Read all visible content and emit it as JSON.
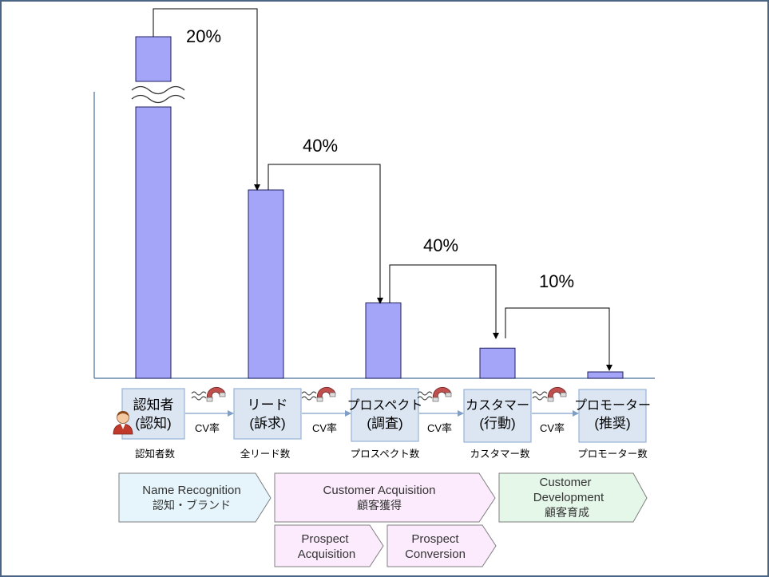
{
  "chart_data": {
    "type": "bar",
    "categories": [
      "認知者数",
      "全リード数",
      "プロスペクト数",
      "カスタマー数",
      "プロモーター数"
    ],
    "values": [
      5,
      1,
      0.4,
      0.16,
      0.016
    ],
    "axis_break_on_first_bar": true,
    "conversion_rates": [
      "20%",
      "40%",
      "40%",
      "10%"
    ]
  },
  "stages": [
    {
      "line1": "認知者",
      "line2": "(認知)",
      "label": "認知者数"
    },
    {
      "line1": "リード",
      "line2": "(訴求)",
      "label": "全リード数"
    },
    {
      "line1": "プロスペクト",
      "line2": "(調査)",
      "label": "プロスペクト数"
    },
    {
      "line1": "カスタマー",
      "line2": "(行動)",
      "label": "カスタマー数"
    },
    {
      "line1": "プロモーター",
      "line2": "(推奨)",
      "label": "プロモーター数"
    }
  ],
  "cv_label": "CV率",
  "phases": {
    "name_recognition": {
      "line1": "Name Recognition",
      "line2": "認知・ブランド"
    },
    "customer_acquisition": {
      "line1": "Customer Acquisition",
      "line2": "顧客獲得"
    },
    "customer_development": {
      "line1": "Customer",
      "line2": "Development",
      "line3": "顧客育成"
    },
    "prospect_acquisition": {
      "line1": "Prospect",
      "line2": "Acquisition"
    },
    "prospect_conversion": {
      "line1": "Prospect",
      "line2": "Conversion"
    }
  },
  "colors": {
    "bar_fill": "#a4a4f8",
    "bar_stroke": "#1f1f5f",
    "axis": "#4a6f9a",
    "stage_box_fill": "#dce6f2",
    "stage_box_stroke": "#95b3d7",
    "phase_nr_fill": "#e6f5fb",
    "phase_ca_fill": "#fcebfc",
    "phase_cd_fill": "#e4f7e8",
    "magnet": "#c0504d"
  },
  "icons": {
    "person": "person-icon",
    "magnet": "magnet-icon"
  }
}
